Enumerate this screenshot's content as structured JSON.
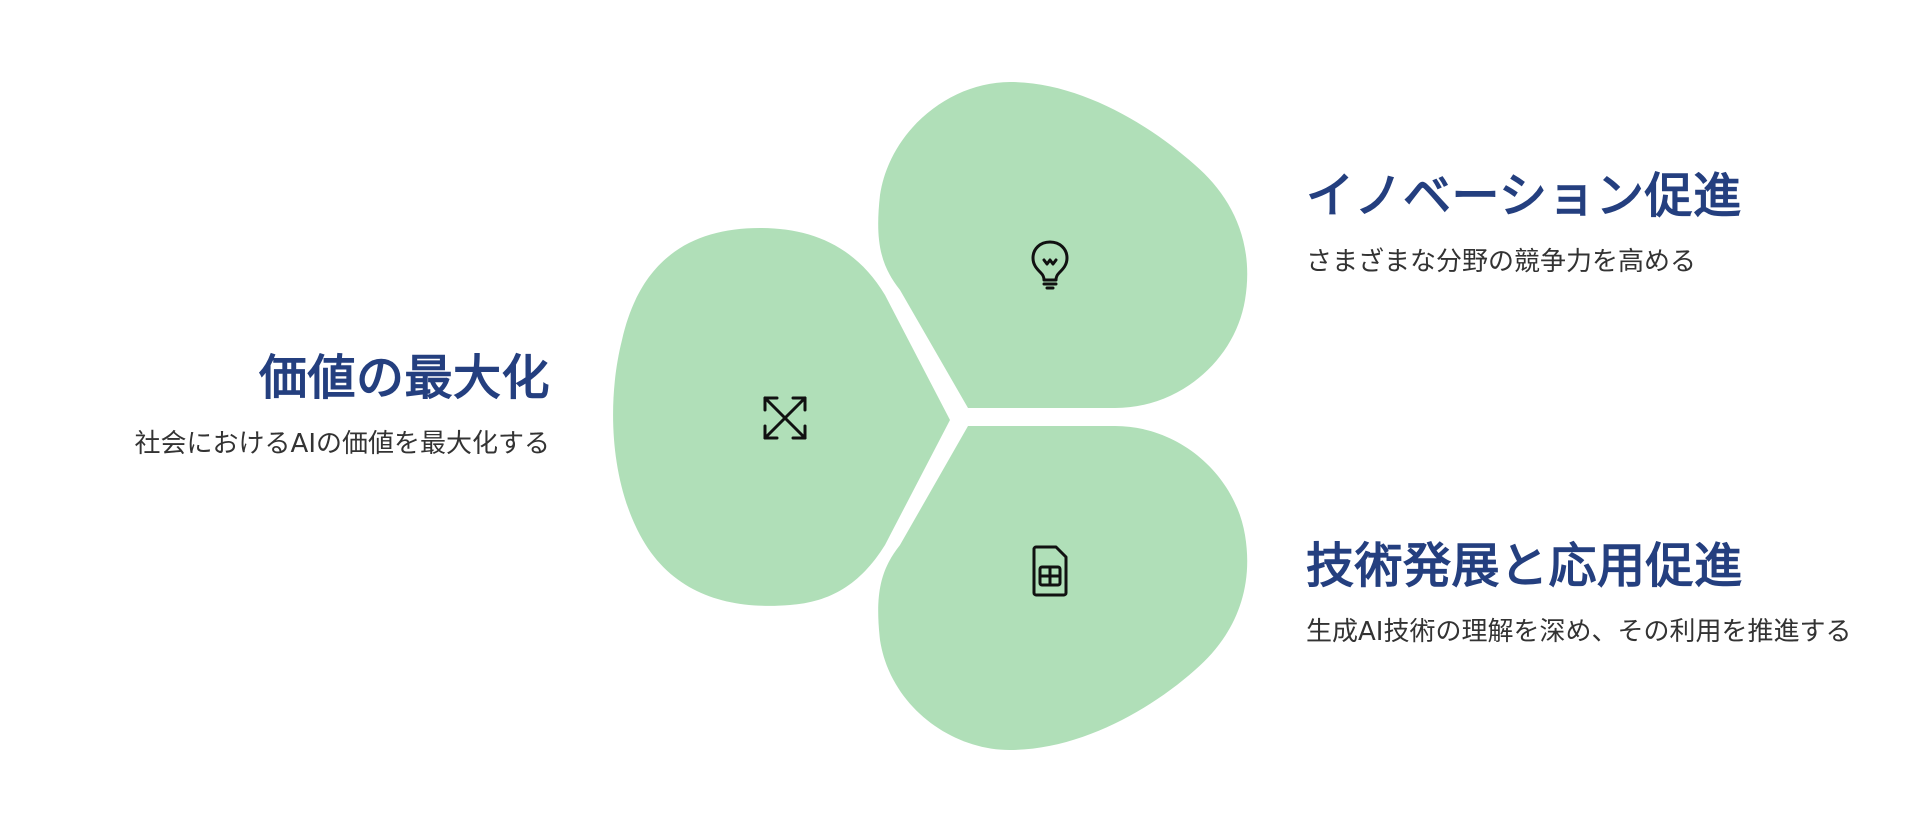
{
  "sections": [
    {
      "id": "left",
      "title": "価値の最大化",
      "description": "社会におけるAIの価値を最大化する",
      "icon": "expand-arrows-icon"
    },
    {
      "id": "top-right",
      "title": "イノベーション促進",
      "description": "さまざまな分野の競争力を高める",
      "icon": "lightbulb-icon"
    },
    {
      "id": "bottom-right",
      "title": "技術発展と応用促進",
      "description": "生成AI技術の理解を深め、その利用を推進する",
      "icon": "sim-card-icon"
    }
  ],
  "colors": {
    "petal": "#b0dfb8",
    "title": "#243f7f",
    "description": "#333333",
    "icon": "#111111"
  }
}
